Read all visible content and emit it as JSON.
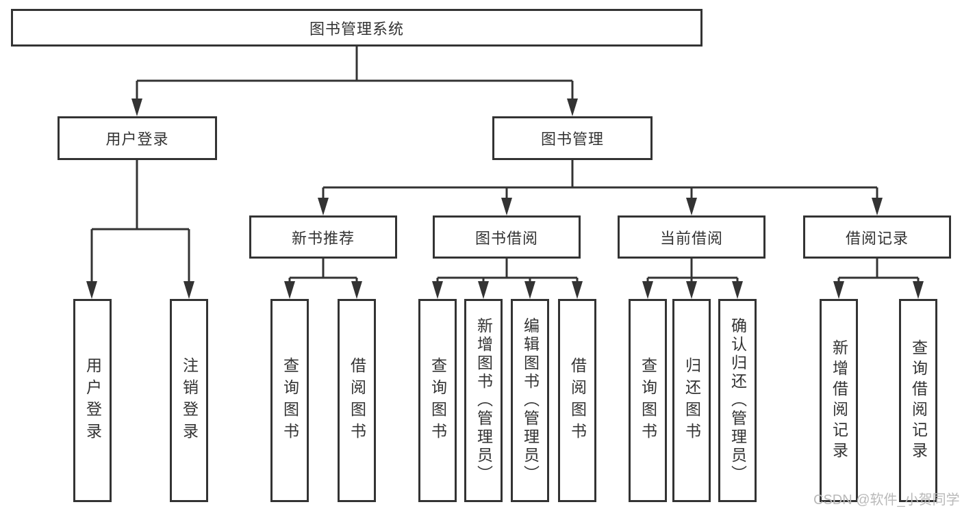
{
  "diagram": {
    "root": {
      "label": "图书管理系统"
    },
    "level2": [
      {
        "label": "用户登录"
      },
      {
        "label": "图书管理"
      }
    ],
    "level3": [
      {
        "label": "新书推荐"
      },
      {
        "label": "图书借阅"
      },
      {
        "label": "当前借阅"
      },
      {
        "label": "借阅记录"
      }
    ],
    "leaves": {
      "user_login": [
        "用户登录",
        "注销登录"
      ],
      "new_book_recommend": [
        "查询图书",
        "借阅图书"
      ],
      "book_borrow": [
        "查询图书",
        "新增图书（管理员）",
        "编辑图书（管理员）",
        "借阅图书"
      ],
      "current_borrow": [
        "查询图书",
        "归还图书",
        "确认归还（管理员）"
      ],
      "borrow_record": [
        "新增借阅记录",
        "查询借阅记录"
      ]
    }
  },
  "watermark": "CSDN @软件_小贺同学",
  "colors": {
    "line": "#333333",
    "text": "#333333",
    "box_background": "#ffffff",
    "page_background": "#ffffff",
    "watermark": "#b9b9b9"
  }
}
